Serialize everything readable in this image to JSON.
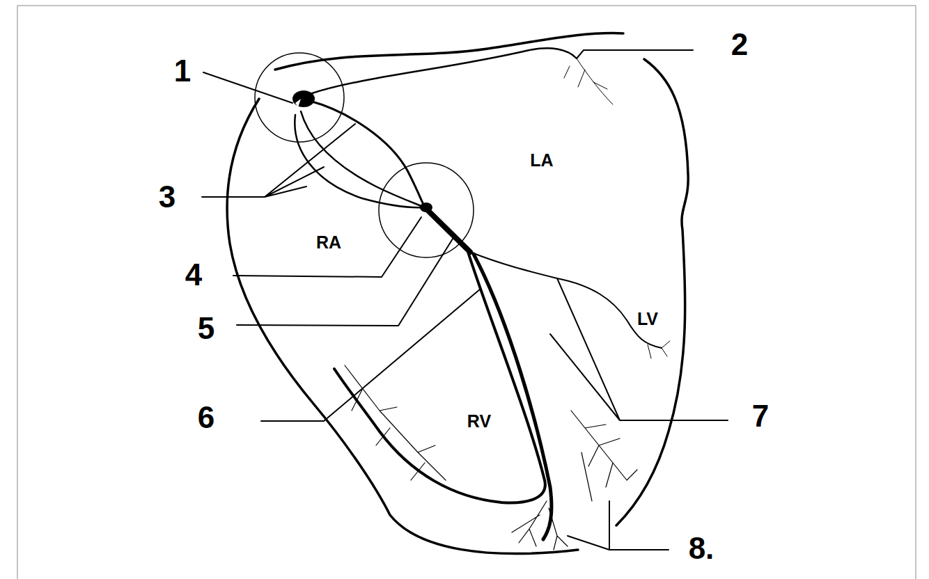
{
  "diagram": {
    "labels": [
      "1",
      "2",
      "LA",
      "3",
      "RA",
      "4",
      "5",
      "LV",
      "6",
      "RV",
      "7",
      "8."
    ]
  }
}
